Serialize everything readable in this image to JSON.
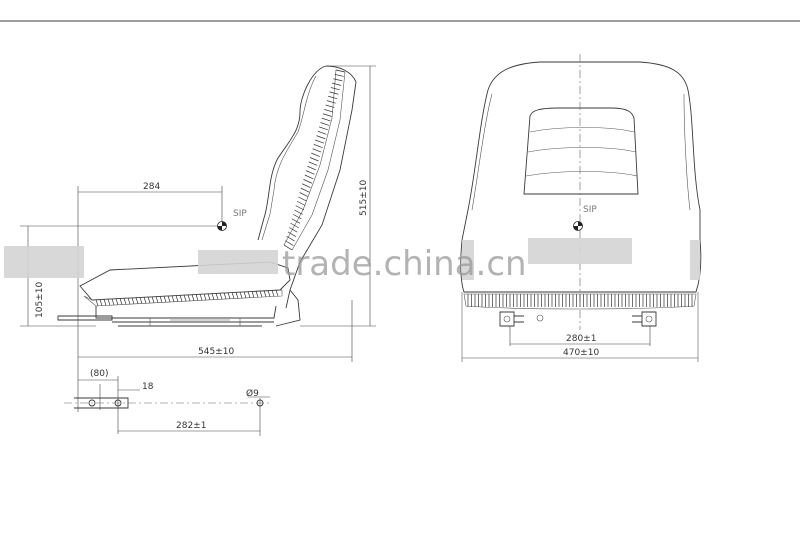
{
  "side_view": {
    "dim_horizontal_top": "284",
    "dim_overall_length": "545±10",
    "dim_overall_height": "515±10",
    "dim_left_height": "105±10",
    "sip_label": "SIP"
  },
  "detail_view": {
    "dim_80": "(80)",
    "dim_18": "18",
    "dim_hole": "Ø9",
    "dim_spacing": "282±1"
  },
  "front_view": {
    "sip_label": "SIP",
    "dim_mount": "280±1",
    "dim_width": "470±10"
  },
  "watermark": "trade.china.cn",
  "colors": {
    "line": "#3a3a3a",
    "background": "#ffffff"
  }
}
